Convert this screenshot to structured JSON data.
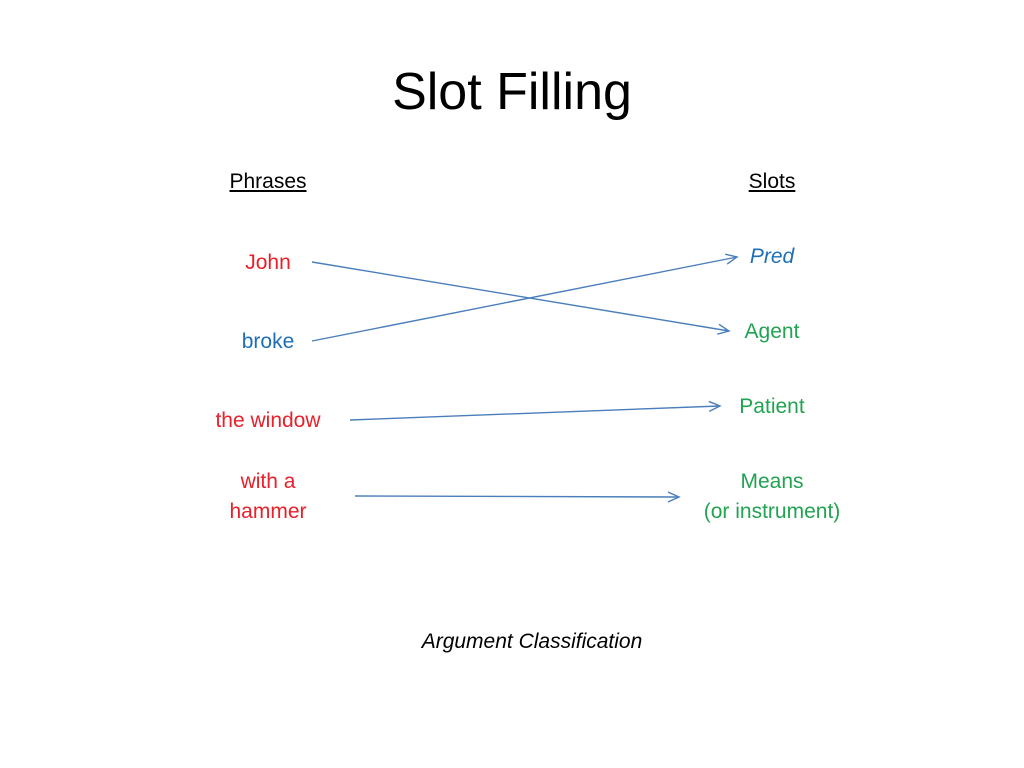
{
  "title": "Slot Filling",
  "columns": {
    "left_header": "Phrases",
    "right_header": "Slots"
  },
  "phrases": [
    {
      "lines": [
        "John"
      ],
      "color": "#e8202a"
    },
    {
      "lines": [
        "broke"
      ],
      "color": "#1f6fb5"
    },
    {
      "lines": [
        "the window"
      ],
      "color": "#e8202a"
    },
    {
      "lines": [
        "with a",
        "hammer"
      ],
      "color": "#e8202a"
    }
  ],
  "slots": [
    {
      "lines": [
        "Pred"
      ],
      "color": "#1f6fb5",
      "italic": true
    },
    {
      "lines": [
        "Agent"
      ],
      "color": "#22a352"
    },
    {
      "lines": [
        "Patient"
      ],
      "color": "#22a352"
    },
    {
      "lines": [
        "Means",
        "(or instrument)"
      ],
      "color": "#22a352"
    }
  ],
  "mappings": [
    {
      "from": "John",
      "to": "Agent"
    },
    {
      "from": "broke",
      "to": "Pred"
    },
    {
      "from": "the window",
      "to": "Patient"
    },
    {
      "from": "with a hammer",
      "to": "Means (or instrument)"
    }
  ],
  "arrow_color": "#4a7ebb",
  "caption": "Argument Classification"
}
